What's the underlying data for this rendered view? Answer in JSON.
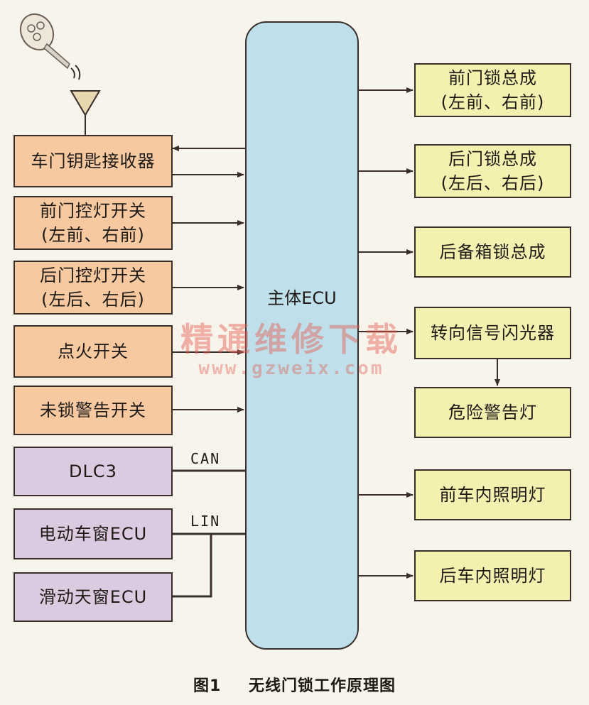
{
  "inputs": [
    {
      "id": "receiver",
      "lines": [
        "车门钥匙接收器"
      ],
      "color": "orange"
    },
    {
      "id": "front-courtesy",
      "lines": [
        "前门控灯开关",
        "(左前、右前)"
      ],
      "color": "orange"
    },
    {
      "id": "rear-courtesy",
      "lines": [
        "后门控灯开关",
        "(左后、右后)"
      ],
      "color": "orange"
    },
    {
      "id": "ignition",
      "lines": [
        "点火开关"
      ],
      "color": "orange"
    },
    {
      "id": "unlock-warning",
      "lines": [
        "未锁警告开关"
      ],
      "color": "orange"
    },
    {
      "id": "dlc3",
      "lines": [
        "DLC3"
      ],
      "color": "purple"
    },
    {
      "id": "power-window",
      "lines": [
        "电动车窗ECU"
      ],
      "color": "purple"
    },
    {
      "id": "sunroof",
      "lines": [
        "滑动天窗ECU"
      ],
      "color": "purple"
    }
  ],
  "ecu": {
    "label": "主体ECU"
  },
  "outputs": [
    {
      "id": "front-lock",
      "lines": [
        "前门锁总成",
        "(左前、右前)"
      ]
    },
    {
      "id": "rear-lock",
      "lines": [
        "后门锁总成",
        "(左后、右后)"
      ]
    },
    {
      "id": "trunk-lock",
      "lines": [
        "后备箱锁总成"
      ]
    },
    {
      "id": "turn-flasher",
      "lines": [
        "转向信号闪光器"
      ]
    },
    {
      "id": "hazard-lamp",
      "lines": [
        "危险警告灯"
      ]
    },
    {
      "id": "front-interior",
      "lines": [
        "前车内照明灯"
      ]
    },
    {
      "id": "rear-interior",
      "lines": [
        "后车内照明灯"
      ]
    }
  ],
  "buses": {
    "can": "CAN",
    "lin": "LIN"
  },
  "watermark": {
    "cn": "精通维修下载",
    "url": "www.gzweix.com"
  },
  "caption": {
    "number": "图1",
    "title": "无线门锁工作原理图"
  },
  "colors": {
    "orange": "#f6c9a1",
    "purple": "#dccbe0",
    "yellow": "#f3f0b0",
    "ecu": "#bfe0ea",
    "line": "#3a2e2a"
  }
}
